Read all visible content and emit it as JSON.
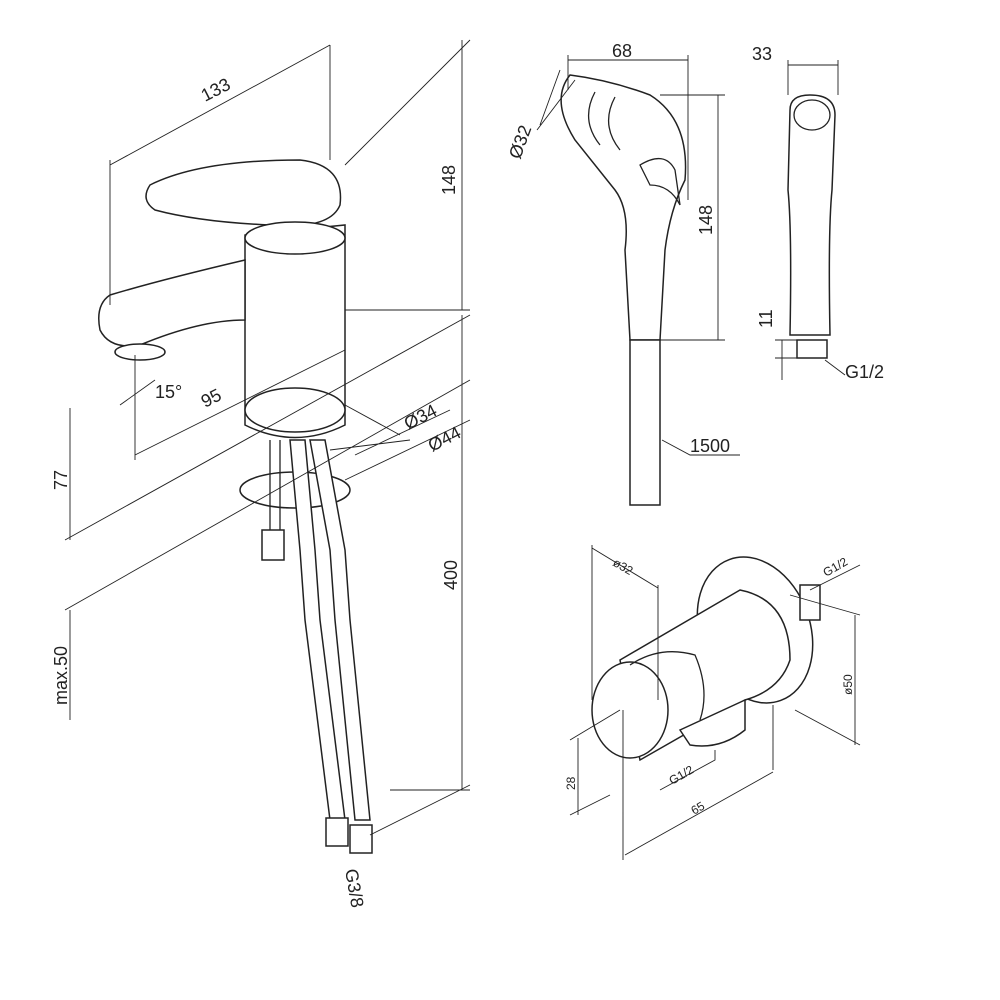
{
  "title": "Faucet with hygienic shower technical drawing",
  "colors": {
    "line": "#222222",
    "background": "#ffffff"
  },
  "faucet": {
    "length": "133",
    "height": "148",
    "spout_angle": "15°",
    "spout_reach": "95",
    "base_diameter_inner": "Ø34",
    "base_diameter_outer": "Ø44",
    "spout_height": "77",
    "hose_length": "400",
    "max_thickness": "max.50",
    "hose_thread": "G3/8"
  },
  "shower_head": {
    "width": "68",
    "head_diameter": "Ø32",
    "height": "148",
    "hose_length": "1500",
    "side_width": "33",
    "thread_length": "11",
    "thread": "G1/2"
  },
  "wall_connector": {
    "holder_diameter": "ø32",
    "outlet_thread": "G1/2",
    "flange_diameter": "ø50",
    "offset": "28",
    "inlet_thread": "G1/2",
    "depth": "65"
  }
}
